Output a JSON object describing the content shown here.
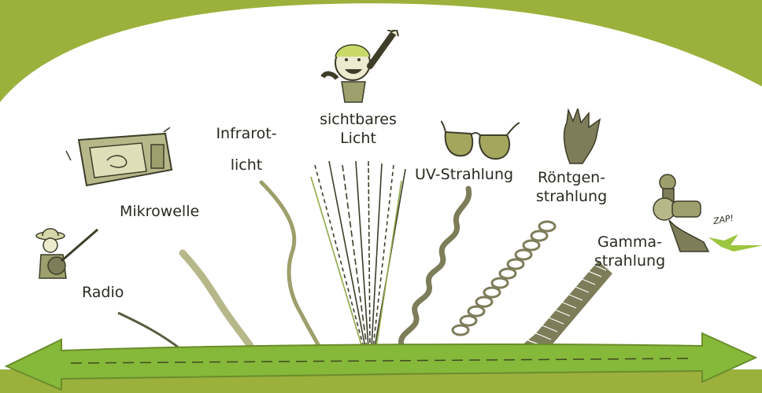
{
  "colors": {
    "background": "#9bb13c",
    "panel": "#ffffff",
    "arrow": "#86b83a",
    "ink": "#2a2a22",
    "wave": "#7d7d5a",
    "accent_green": "#9cc63f"
  },
  "labels": {
    "radio": "Radio",
    "mikrowelle": "Mikrowelle",
    "infrarot_line1": "Infrarot-",
    "infrarot_line2": "licht",
    "sichtbar_line1": "sichtbares",
    "sichtbar_line2": "Licht",
    "uv": "UV-Strahlung",
    "roentgen_line1": "Röntgen-",
    "roentgen_line2": "strahlung",
    "gamma_line1": "Gamma-",
    "gamma_line2": "strahlung",
    "zap": "ZAP!"
  },
  "icons": {
    "radio": "banjo-player-icon",
    "mikrowelle": "microwave-oven-icon",
    "sichtbar": "waving-person-icon",
    "uv": "sunglasses-icon",
    "roentgen": "xray-hand-icon",
    "gamma": "ray-gun-icon"
  }
}
